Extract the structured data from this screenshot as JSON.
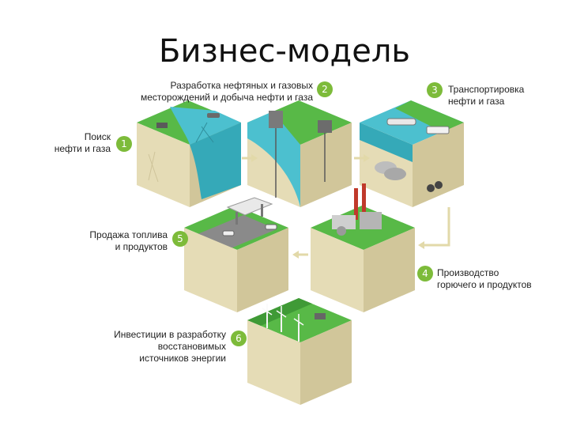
{
  "title": "Бизнес-модель",
  "steps": [
    {
      "num": "1",
      "text": [
        "Поиск",
        "нефти и газа"
      ]
    },
    {
      "num": "2",
      "text": [
        "Разработка нефтяных и газовых",
        "месторождений и добыча нефти и газа"
      ]
    },
    {
      "num": "3",
      "text": [
        "Транспортировка",
        "нефти и газа"
      ]
    },
    {
      "num": "4",
      "text": [
        "Производство",
        "горючего и продуктов"
      ]
    },
    {
      "num": "5",
      "text": [
        "Продажа топлива",
        "и продуктов"
      ]
    },
    {
      "num": "6",
      "text": [
        "Инвестиции в разработку",
        "восстановимых",
        "источников энергии"
      ]
    }
  ],
  "colors": {
    "grass": "#58b947",
    "grass_dark": "#3f9a36",
    "water": "#4cc0cf",
    "soil_left": "#e5dcb6",
    "soil_right": "#d1c69a",
    "road": "#8a8a8a",
    "badge": "#7dbb3a",
    "arrow": "#e2d9a9"
  }
}
